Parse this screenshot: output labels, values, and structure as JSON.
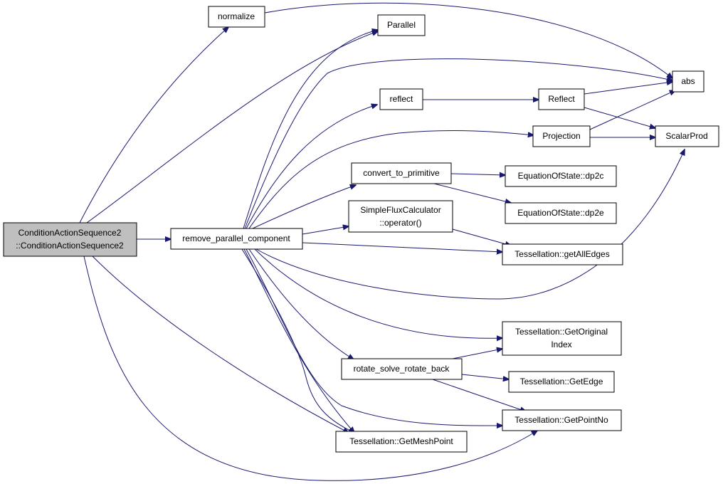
{
  "graph": {
    "edge_color": "#191970",
    "root_fill": "#bfbfbf",
    "node_fill": "#ffffff",
    "nodes": {
      "root": [
        "ConditionActionSequence2",
        "::ConditionActionSequence2"
      ],
      "normalize": [
        "normalize"
      ],
      "parallel": [
        "Parallel"
      ],
      "abs": [
        "abs"
      ],
      "reflect_fn": [
        "reflect"
      ],
      "reflect_cls": [
        "Reflect"
      ],
      "projection": [
        "Projection"
      ],
      "scalarprod": [
        "ScalarProd"
      ],
      "convert": [
        "convert_to_primitive"
      ],
      "dp2c": [
        "EquationOfState::dp2c"
      ],
      "dp2e": [
        "EquationOfState::dp2e"
      ],
      "sfc": [
        "SimpleFluxCalculator",
        "::operator()"
      ],
      "getalledges": [
        "Tessellation::getAllEdges"
      ],
      "rpc": [
        "remove_parallel_component"
      ],
      "getoriginal": [
        "Tessellation::GetOriginal",
        "Index"
      ],
      "rsrb": [
        "rotate_solve_rotate_back"
      ],
      "getedge": [
        "Tessellation::GetEdge"
      ],
      "getpointno": [
        "Tessellation::GetPointNo"
      ],
      "getmeshpoint": [
        "Tessellation::GetMeshPoint"
      ]
    }
  }
}
